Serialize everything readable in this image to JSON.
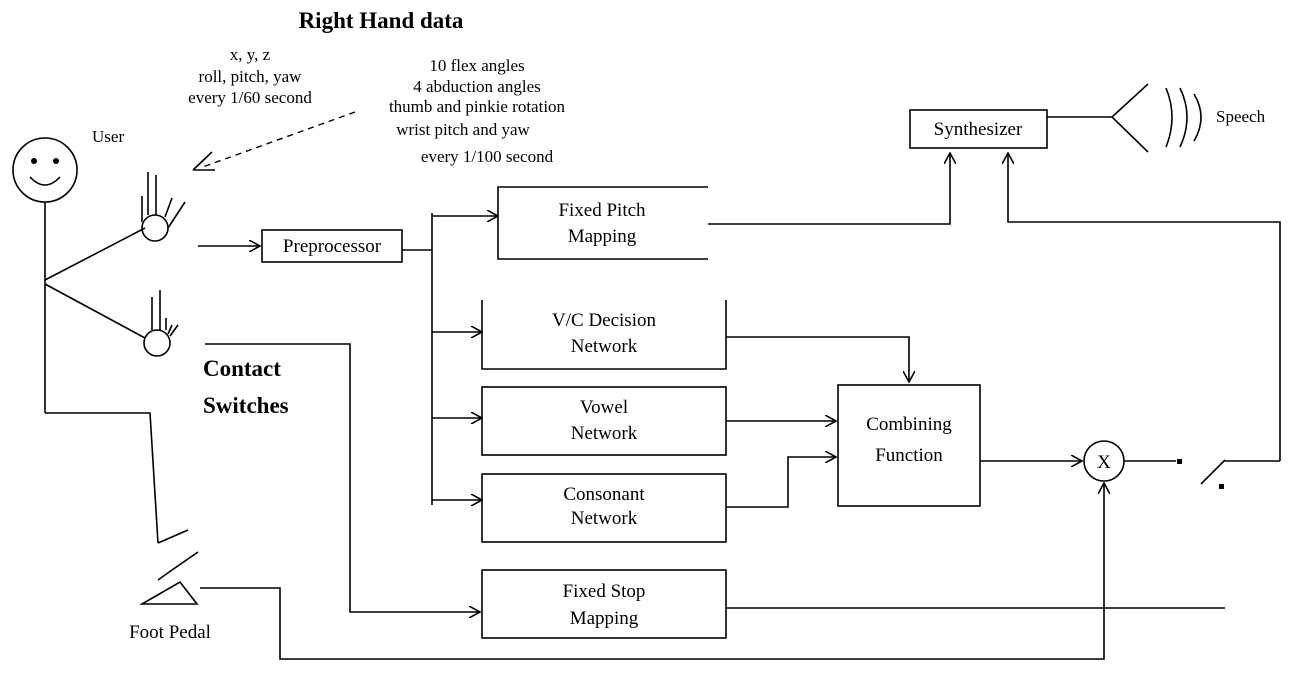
{
  "title": "Right Hand data",
  "right_hand_data": {
    "position_lines": [
      "x, y, z",
      "roll, pitch, yaw",
      "every 1/60 second"
    ],
    "glove_lines": [
      "10 flex angles",
      "4 abduction angles",
      "thumb and pinkie rotation",
      "wrist pitch and yaw",
      "every 1/100 second"
    ]
  },
  "user_label": "User",
  "contact_switches": [
    "Contact",
    "Switches"
  ],
  "foot_pedal_label": "Foot Pedal",
  "blocks": {
    "preprocessor": "Preprocessor",
    "fixed_pitch": [
      "Fixed Pitch",
      "Mapping"
    ],
    "vc_decision": [
      "V/C Decision",
      "Network"
    ],
    "vowel": [
      "Vowel",
      "Network"
    ],
    "consonant": [
      "Consonant",
      "Network"
    ],
    "fixed_stop": [
      "Fixed Stop",
      "Mapping"
    ],
    "combining": [
      "Combining",
      "Function"
    ],
    "synthesizer": "Synthesizer",
    "multiplier": "X"
  },
  "speech_label": "Speech"
}
